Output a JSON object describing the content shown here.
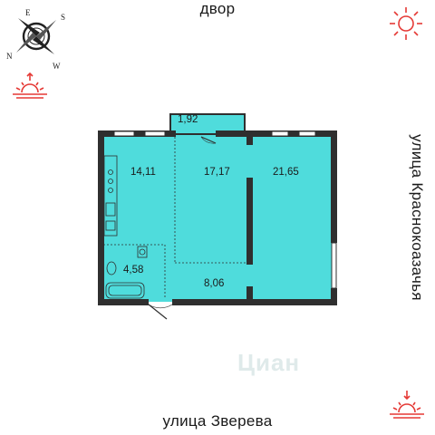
{
  "orientation": {
    "top": "двор",
    "bottom": "улица Зверева",
    "right": "улица Краснокоазачья"
  },
  "compass": {
    "n": "N",
    "s": "S",
    "e": "E",
    "w": "W"
  },
  "rooms": [
    {
      "id": "balcony",
      "area": "1,92"
    },
    {
      "id": "kitchen",
      "area": "14,11"
    },
    {
      "id": "room-1",
      "area": "17,17"
    },
    {
      "id": "room-2",
      "area": "21,65"
    },
    {
      "id": "bathroom",
      "area": "4,58"
    },
    {
      "id": "hallway",
      "area": "8,06"
    }
  ],
  "watermark": "Циан",
  "colors": {
    "floor": "#4fdcdc",
    "wall": "#2f2f2f",
    "sun": "#e53935"
  },
  "icons": {
    "sunrise_left": "sunrise-icon",
    "sun_top_right": "sun-icon",
    "sunset_bottom_right": "sunset-icon"
  }
}
